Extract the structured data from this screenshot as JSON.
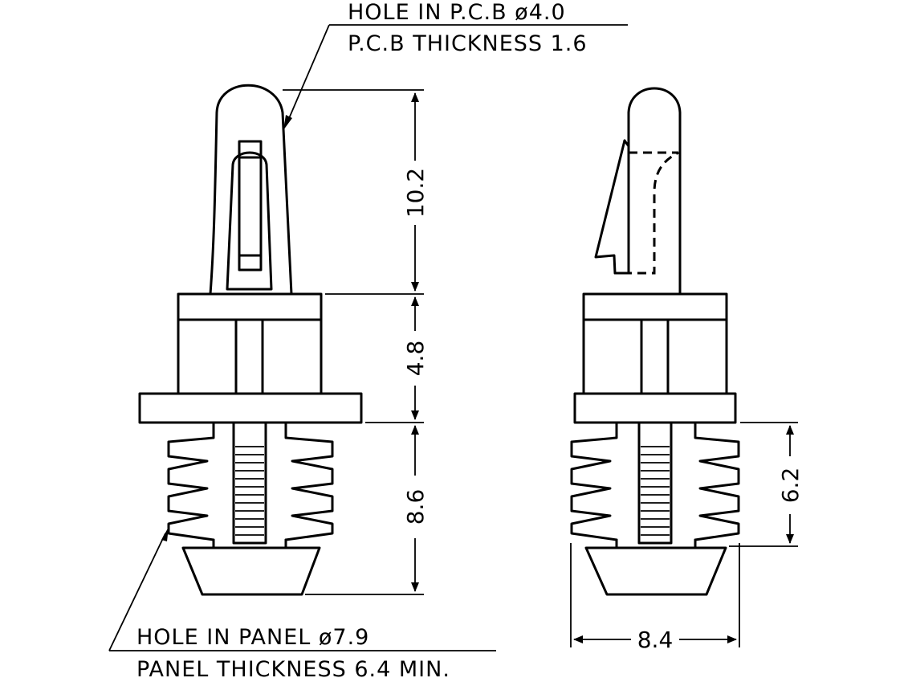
{
  "notes": {
    "pcb_hole": "HOLE IN P.C.B ø4.0",
    "pcb_thickness": "P.C.B THICKNESS 1.6",
    "panel_hole": "HOLE IN PANEL ø7.9",
    "panel_thickness": "PANEL THICKNESS 6.4 MIN."
  },
  "dimensions": {
    "pcb_clip_height": "10.2",
    "body_height": "4.8",
    "panel_clip_height": "8.6",
    "panel_grip_height": "6.2",
    "width": "8.4"
  }
}
